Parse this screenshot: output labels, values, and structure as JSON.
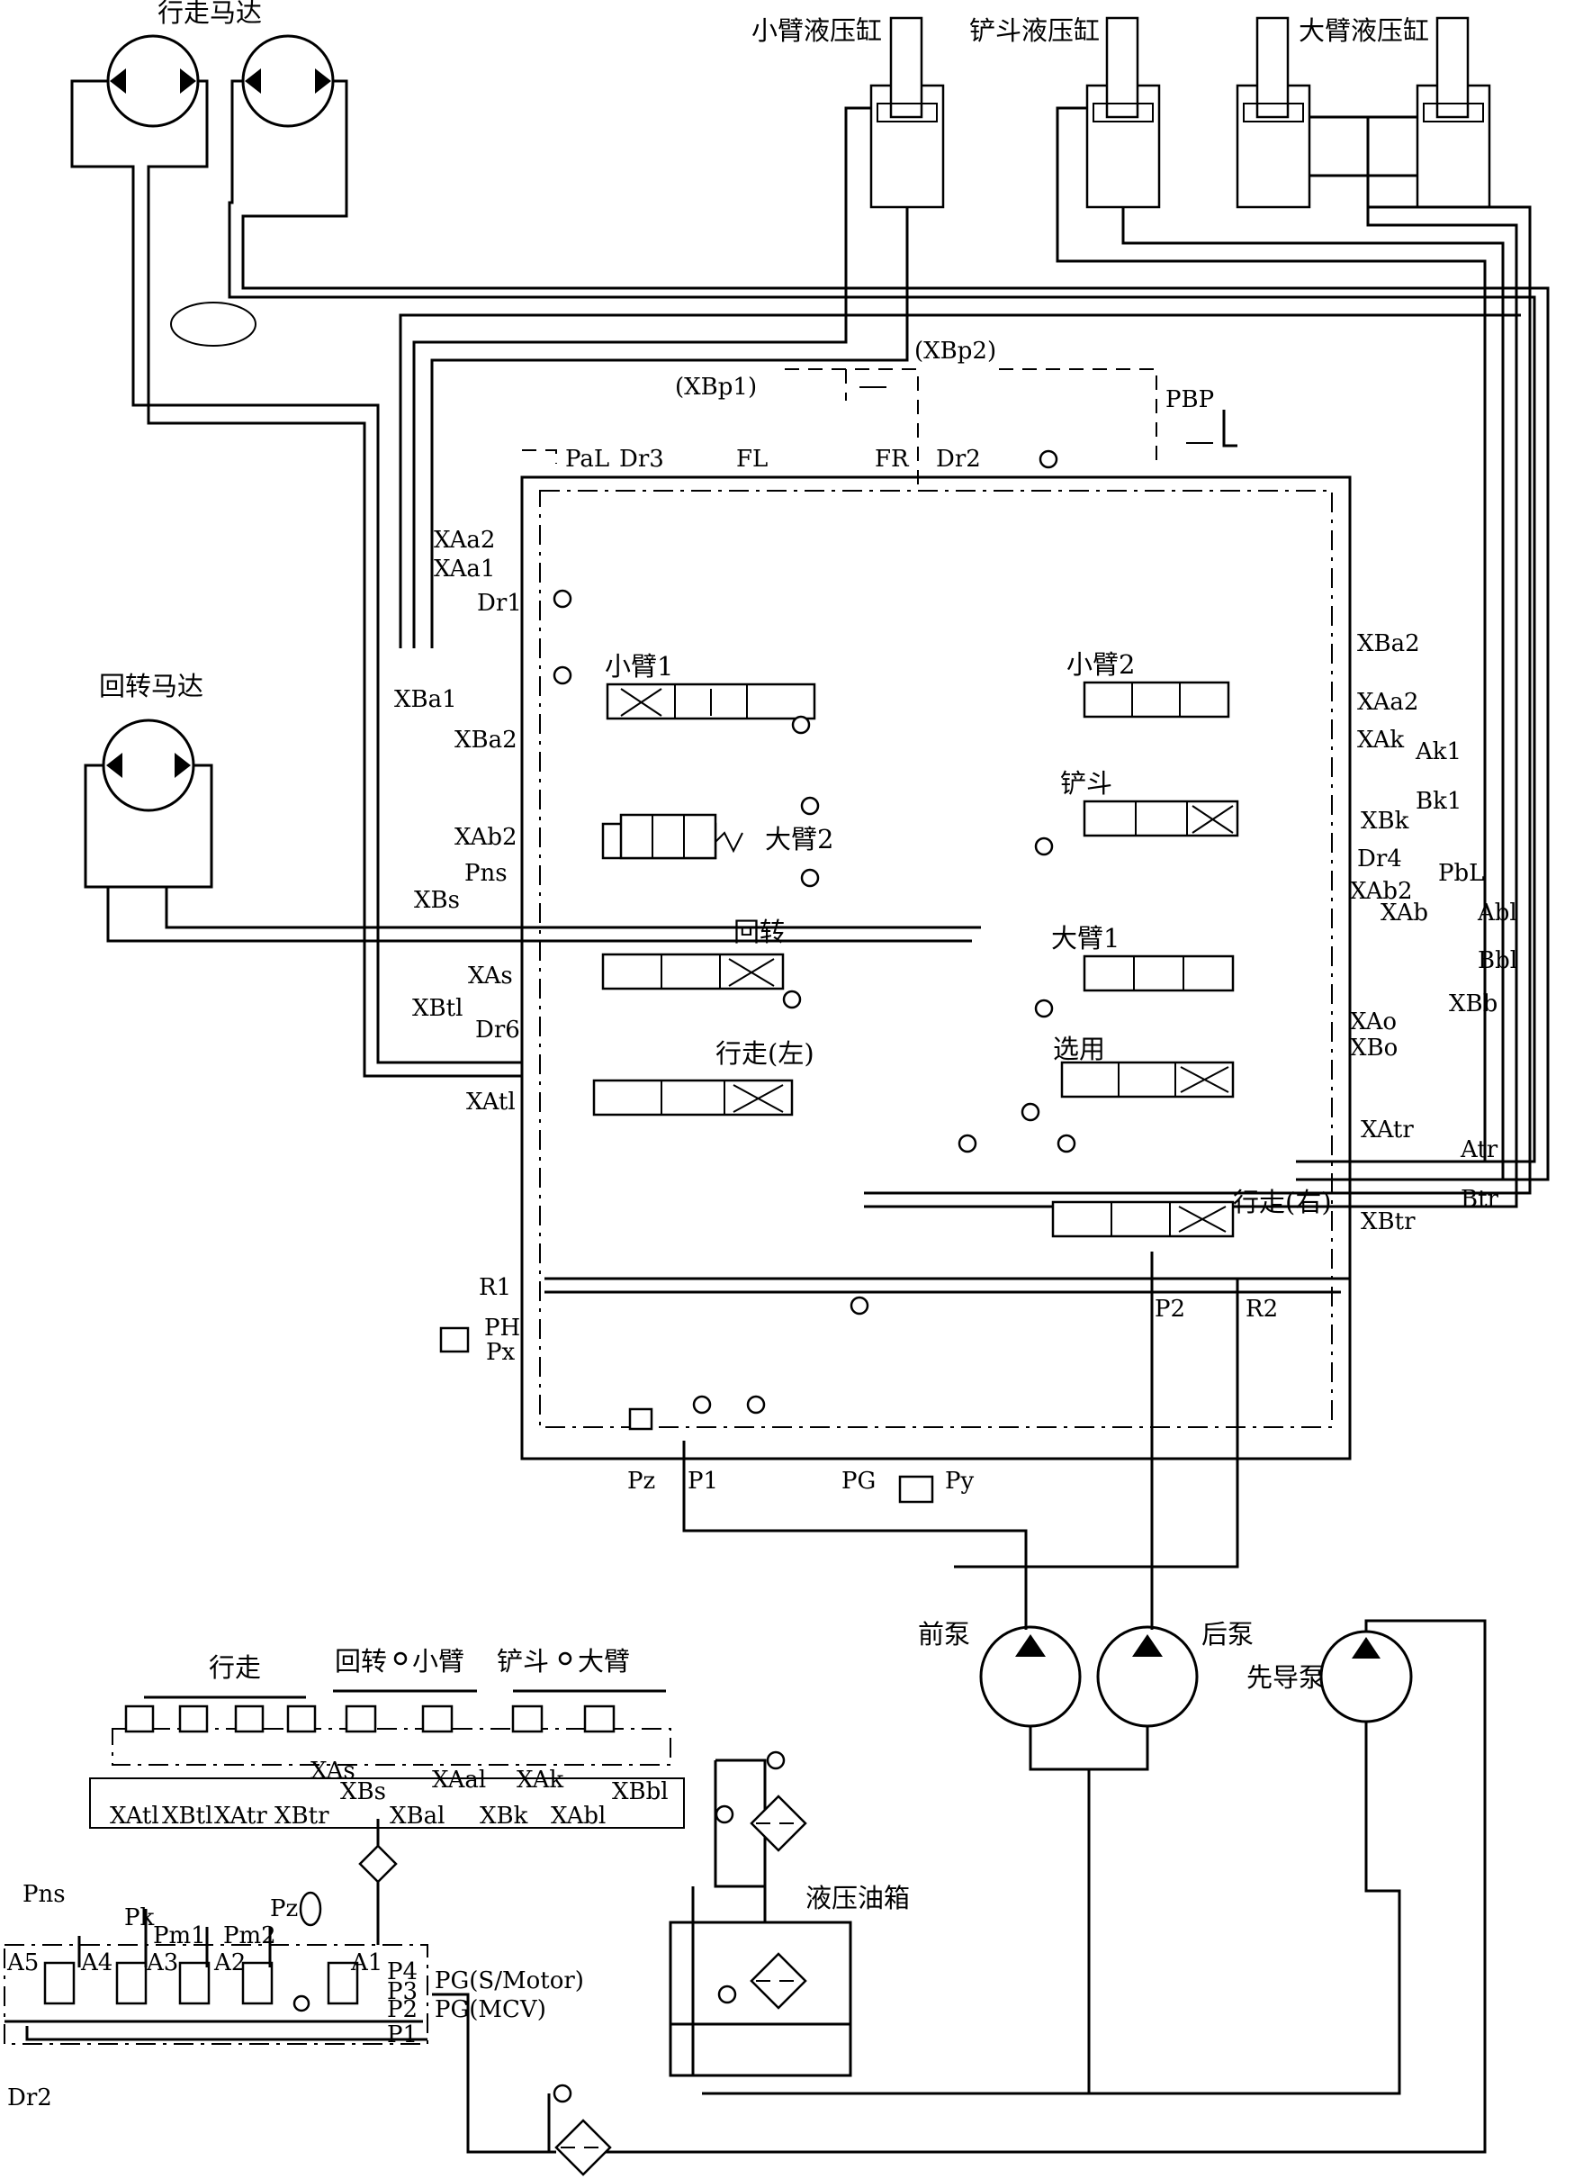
{
  "components": {
    "travel_motor": "行走马达",
    "swing_motor": "回转马达",
    "arm_cylinder": "小臂液压缸",
    "bucket_cylinder": "铲斗液压缸",
    "boom_cylinder": "大臂液压缸",
    "front_pump": "前泵",
    "rear_pump": "后泵",
    "pilot_pump": "先导泵",
    "tank": "液压油箱"
  },
  "valves": {
    "arm1": "小臂1",
    "boom2": "大臂2",
    "swing": "回转",
    "travel_left": "行走(左)",
    "arm2": "小臂2",
    "bucket": "铲斗",
    "boom1": "大臂1",
    "optional": "选用",
    "travel_right": "行走(右)"
  },
  "pilot_group": {
    "travel": "行走",
    "swing_arm": "回转",
    "arm": "小臂",
    "bucket": "铲斗",
    "boom": "大臂"
  },
  "ports": {
    "xbp1": "(XBp1)",
    "xbp2": "(XBp2)",
    "pbp": "PBP",
    "pal": "PaL",
    "dr3": "Dr3",
    "fl": "FL",
    "fr": "FR",
    "dr2": "Dr2",
    "xaa2": "XAa2",
    "xaa1": "XAa1",
    "dr1": "Dr1",
    "xba1": "XBa1",
    "xba2_l": "XBa2",
    "xab2_l": "XAb2",
    "pns": "Pns",
    "xbs": "XBs",
    "xas": "XAs",
    "xbtl": "XBtl",
    "dr6": "Dr6",
    "xatl": "XAtl",
    "xba2_r": "XBa2",
    "xaa2_r": "XAa2",
    "xak": "XAk",
    "ak1": "Ak1",
    "bk1": "Bk1",
    "xbk": "XBk",
    "dr4": "Dr4",
    "pbl": "PbL",
    "xab2_r": "XAb2",
    "xab": "XAb",
    "abl": "Abl",
    "bbl": "Bbl",
    "xbb": "XBb",
    "xao": "XAo",
    "xbo": "XBo",
    "xatr": "XAtr",
    "atr": "Atr",
    "btr": "Btr",
    "xbtr": "XBtr",
    "r1": "R1",
    "ph": "PH",
    "px": "Px",
    "p2": "P2",
    "r2": "R2",
    "pz": "Pz",
    "p1": "P1",
    "pg": "PG",
    "py": "Py"
  },
  "pilot_ports": {
    "xas": "XAs",
    "xbs": "XBs",
    "xaal": "XAal",
    "xbal": "XBal",
    "xak": "XAk",
    "xbk": "XBk",
    "xabl": "XAbl",
    "xbbl": "XBbl",
    "xatl": "XAtl",
    "xbtl": "XBtl",
    "xatr": "XAtr",
    "xbtr": "XBtr"
  },
  "solenoid_block": {
    "pns": "Pns",
    "pk": "Pk",
    "pm1": "Pm1",
    "pm2": "Pm2",
    "pz": "Pz",
    "a5": "A5",
    "a4": "A4",
    "a3": "A3",
    "a2": "A2",
    "a1": "A1",
    "p4": "P4",
    "p3": "P3",
    "p2": "P2",
    "p1": "P1",
    "pg_motor": "PG(S/Motor)",
    "pg_mcv": "PG(MCV)",
    "dr2": "Dr2"
  }
}
